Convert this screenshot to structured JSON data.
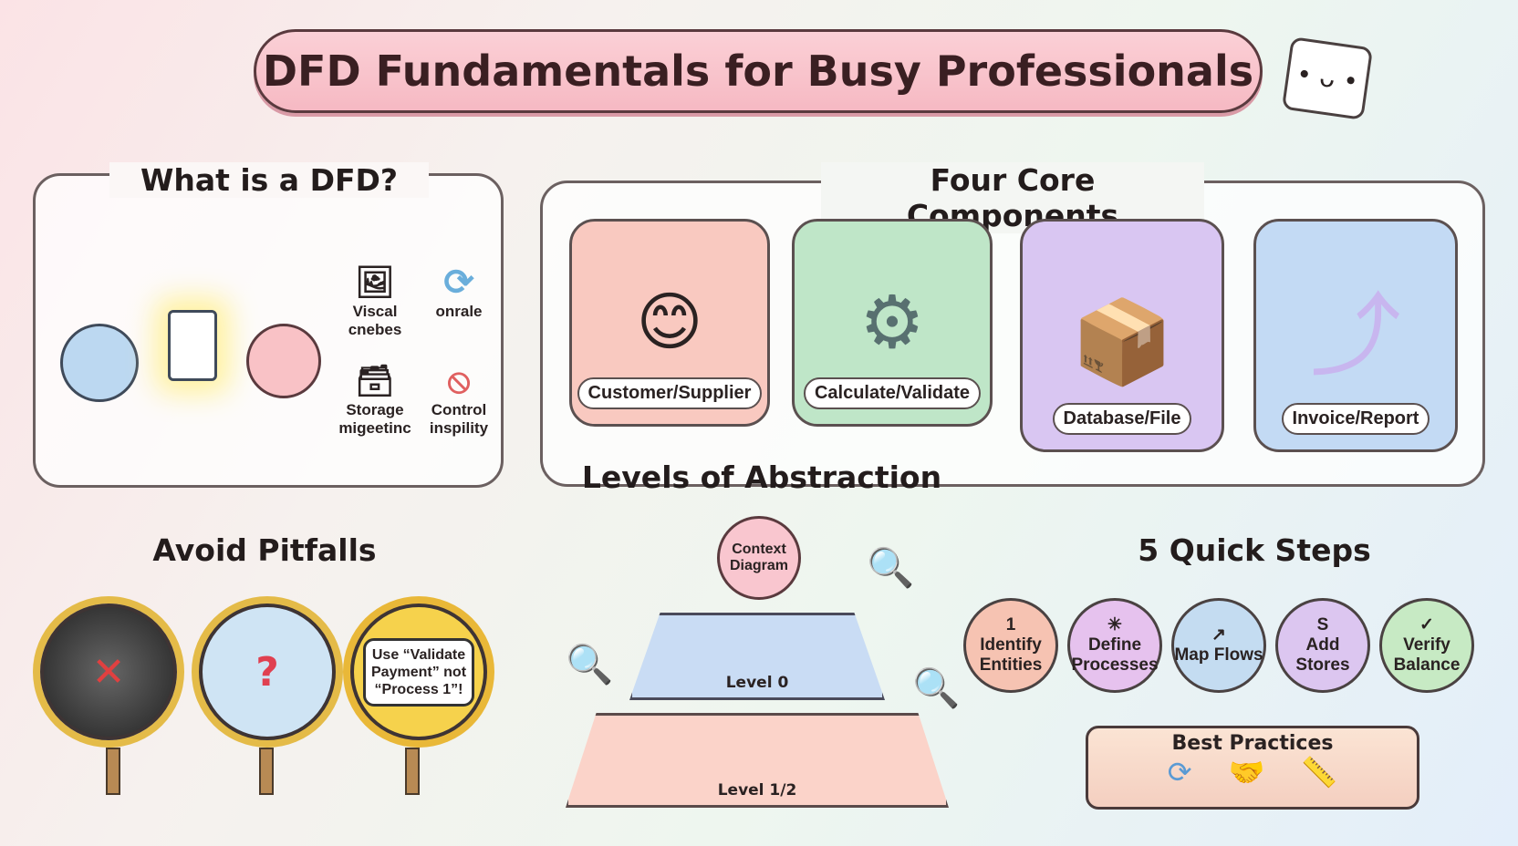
{
  "title": "DFD Fundamentals for Busy Professionals",
  "what_is": {
    "heading": "What is a DFD?",
    "items": [
      {
        "label": "Viscal cnebes",
        "icon": "image-icon"
      },
      {
        "label": "onrale",
        "icon": "refresh-icon"
      },
      {
        "label": "Storage migeetinc",
        "icon": "storage-box-icon"
      },
      {
        "label": "Control inspility",
        "icon": "prohibited-icon"
      }
    ]
  },
  "components": {
    "heading": "Four Core Components",
    "cards": [
      {
        "label": "Customer/Supplier",
        "color": "#f9c9c0",
        "icon": "entity-character-icon"
      },
      {
        "label": "Calculate/Validate",
        "color": "#bfe6c8",
        "icon": "gear-icon"
      },
      {
        "label": "Database/File",
        "color": "#d9c6f2",
        "icon": "box-icon"
      },
      {
        "label": "Invoice/Report",
        "color": "#c3daf4",
        "icon": "arrow-icon"
      }
    ]
  },
  "levels": {
    "heading": "Levels of Abstraction",
    "context": "Context Diagram",
    "level0": "Level 0",
    "level12": "Level 1/2"
  },
  "pitfalls": {
    "heading": "Avoid Pitfalls",
    "sign_text": "Use “Validate Payment” not “Process 1”!"
  },
  "steps": {
    "heading": "5 Quick Steps",
    "items": [
      {
        "label": "Identify Entities",
        "symbol": "1",
        "color": "#f6c3b2"
      },
      {
        "label": "Define Processes",
        "symbol": "✳",
        "color": "#e6c2ee"
      },
      {
        "label": "Map Flows",
        "symbol": "↗",
        "color": "#c4dcf1"
      },
      {
        "label": "Add Stores",
        "symbol": "S",
        "color": "#dcc6f0"
      },
      {
        "label": "Verify Balance",
        "symbol": "✓",
        "color": "#c7eac4"
      }
    ]
  },
  "best_practices": {
    "label": "Best Practices"
  }
}
